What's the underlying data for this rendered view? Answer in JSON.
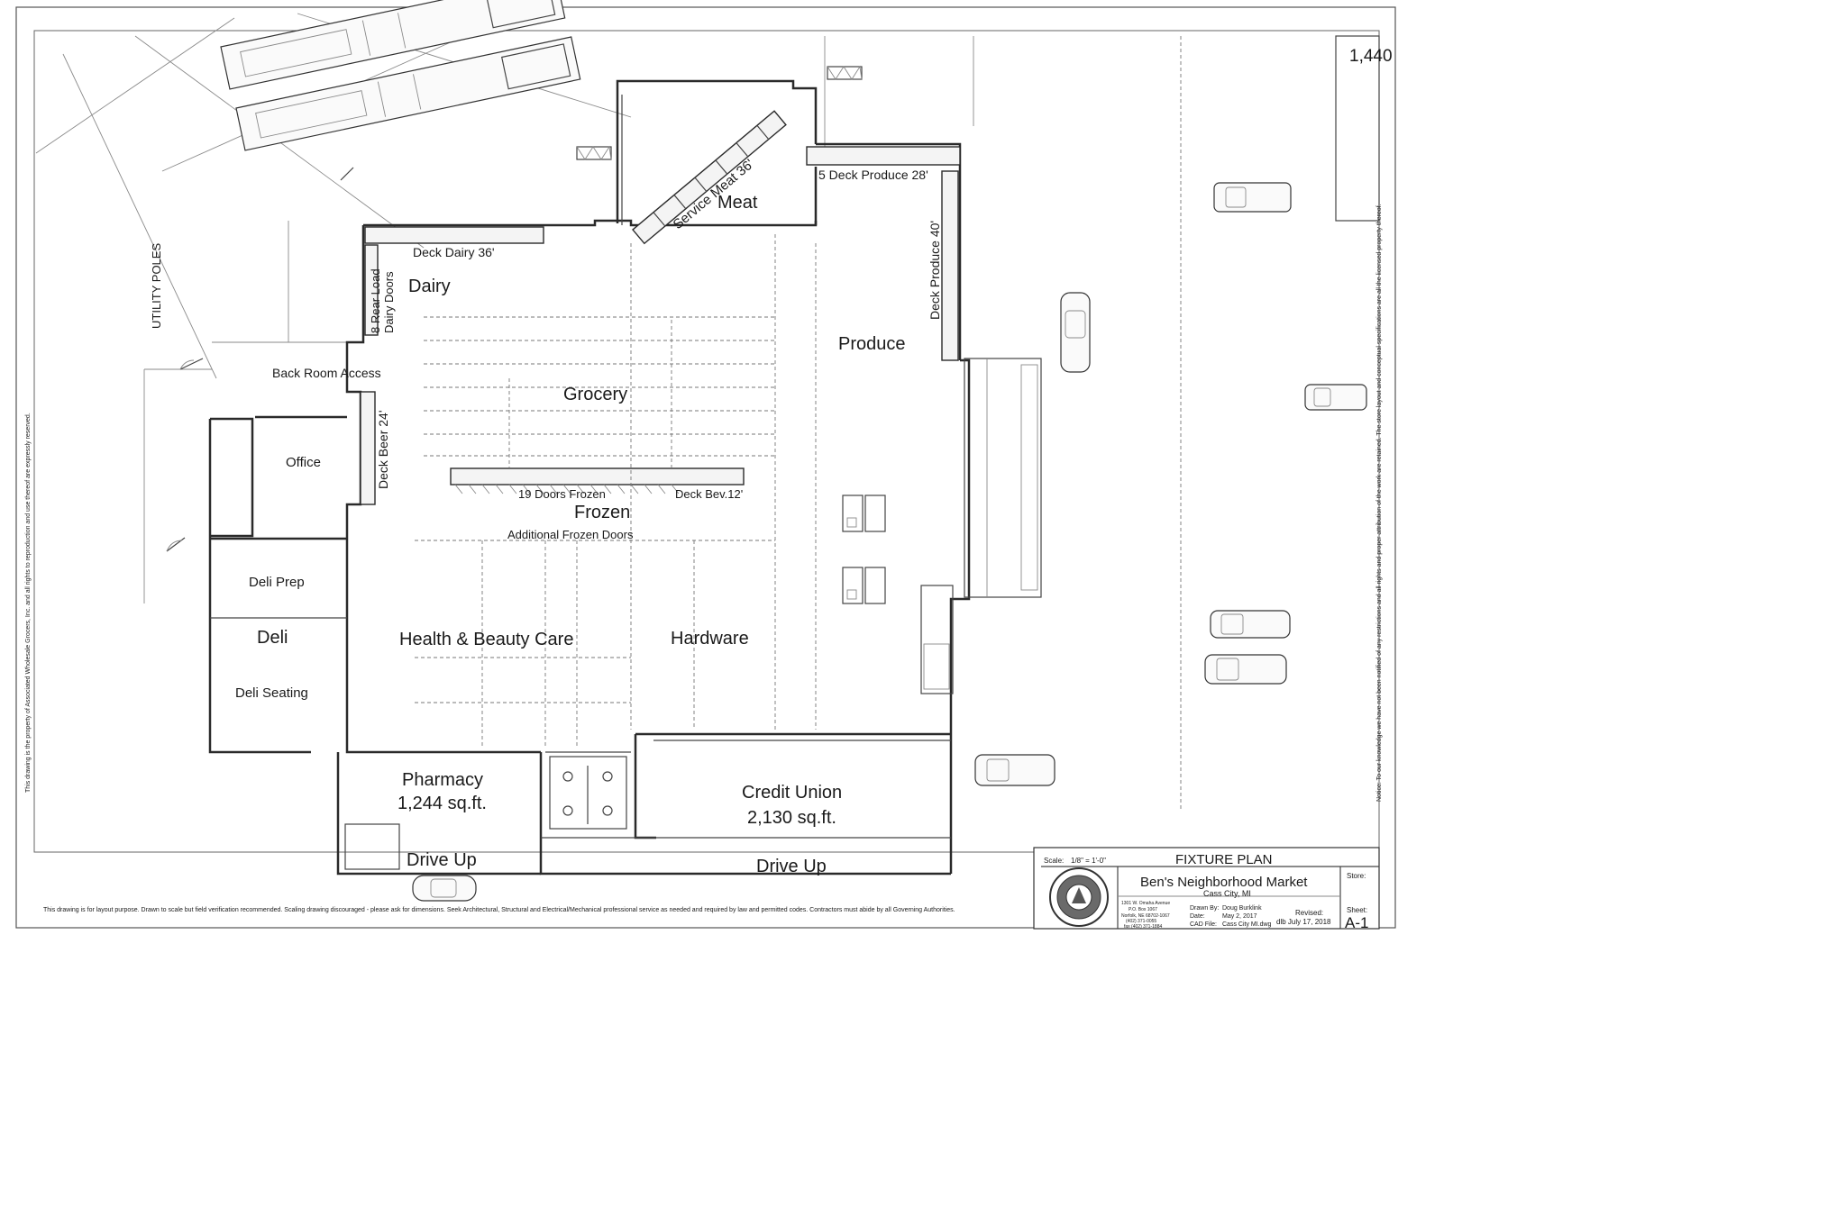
{
  "sheet": {
    "corner_number": "1,440",
    "utility_label": "UTILITY POLES",
    "left_note": "This drawing is the property of Associated Wholesale Grocers, Inc. and all rights to reproduction and use thereof are expressly reserved.",
    "right_note": "Notice: To our knowledge we have not been notified of any restrictions and all rights and proper attribution of the work are retained. The store layout and conceptual specifications are all the licensed property thereof.",
    "bottom_note": "This drawing is for layout purpose. Drawn to scale but field verification recommended. Scaling drawing discouraged - please ask for dimensions. Seek Architectural, Structural and Electrical/Mechanical professional service as needed and required by law and permitted codes. Contractors must abide by all Governing Authorities."
  },
  "departments": {
    "meat": "Meat",
    "dairy": "Dairy",
    "produce": "Produce",
    "grocery": "Grocery",
    "frozen": "Frozen",
    "office": "Office",
    "deli_prep": "Deli Prep",
    "deli": "Deli",
    "deli_seating": "Deli Seating",
    "hbc": "Health & Beauty Care",
    "hardware": "Hardware",
    "pharmacy": "Pharmacy",
    "pharmacy_area": "1,244 sq.ft.",
    "credit_union": "Credit Union",
    "credit_union_area": "2,130 sq.ft.",
    "drive_up_pharmacy": "Drive Up",
    "drive_up_credit": "Drive Up"
  },
  "fixtures": {
    "service_meat": "Service Meat 36'",
    "deck_produce_28": "5 Deck Produce 28'",
    "deck_produce_40": "Deck Produce 40'",
    "deck_dairy": "Deck Dairy 36'",
    "rear_load_1": "8 Rear Load",
    "rear_load_2": "Dairy Doors",
    "back_room": "Back Room Access",
    "deck_beer": "Deck Beer 24'",
    "frozen_doors": "19 Doors Frozen",
    "deck_bev": "Deck Bev.12'",
    "additional_frozen": "Additional Frozen Doors"
  },
  "title_block": {
    "scale_label": "Scale:",
    "scale_value": "1/8\" = 1'-0\"",
    "heading": "FIXTURE PLAN",
    "store_name": "Ben's Neighborhood Market",
    "location": "Cass City, MI",
    "store_label": "Store:",
    "addr1": "1301 W. Omaha Avenue",
    "addr2": "P.O. Box 1067",
    "addr3": "Norfolk, NE 68702-1067",
    "addr4": "(402) 371-0055",
    "addr5": "fax (402) 371-1884",
    "drawn_by_label": "Drawn By:",
    "drawn_by": "Doug Burklink",
    "date_label": "Date:",
    "date": "May 2, 2017",
    "cad_label": "CAD File:",
    "cad_file": "Cass City MI.dwg",
    "revised_label": "Revised:",
    "revised": "dlb July 17, 2018",
    "sheet_label": "Sheet:",
    "sheet_no": "A-1"
  }
}
